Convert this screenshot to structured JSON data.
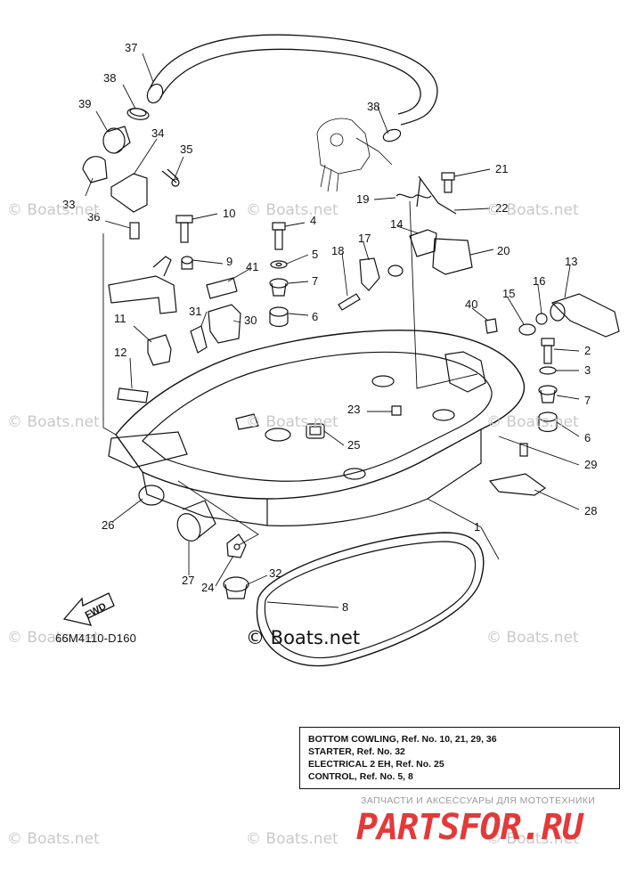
{
  "diagram_code": "66M4110-D160",
  "watermark_main": "© Boats.net",
  "watermark_faint": "© Boats.net",
  "fwd_label": "FWD",
  "callouts": [
    "37",
    "38",
    "39",
    "34",
    "35",
    "33",
    "36",
    "10",
    "4",
    "5",
    "7",
    "6",
    "9",
    "41",
    "31",
    "30",
    "11",
    "12",
    "26",
    "27",
    "24",
    "32",
    "8",
    "38",
    "21",
    "19",
    "22",
    "14",
    "17",
    "18",
    "20",
    "13",
    "16",
    "15",
    "40",
    "2",
    "3",
    "7",
    "6",
    "23",
    "25",
    "29",
    "28",
    "1"
  ],
  "reference_box": {
    "lines": [
      "BOTTOM COWLING,  Ref. No. 10, 21, 29, 36",
      "STARTER,  Ref. No. 32",
      "ELECTRICAL 2 EH,  Ref. No. 25",
      "CONTROL,  Ref. No. 5, 8"
    ]
  },
  "brand": {
    "subtitle": "ЗАПЧАСТИ И АКСЕССУАРЫ ДЛЯ МОТОТЕХНИКИ",
    "name": "PARTSFOR.RU"
  },
  "colors": {
    "line": "#111111",
    "watermark": "#c9c9c9",
    "brand": "#e23a3a"
  }
}
